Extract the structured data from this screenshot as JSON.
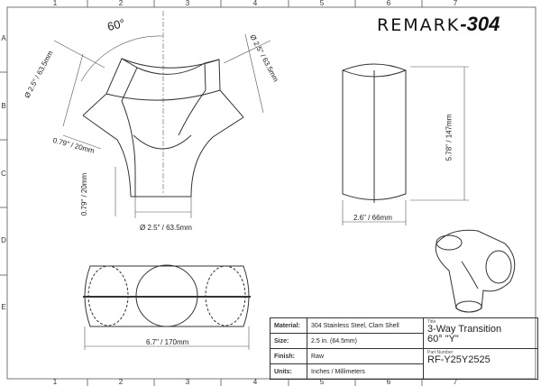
{
  "brand": {
    "text": "REMARK",
    "number": "-304"
  },
  "grid": {
    "columns": [
      "1",
      "2",
      "3",
      "4",
      "5",
      "6",
      "7"
    ],
    "rows": [
      "A",
      "B",
      "C",
      "D",
      "E"
    ]
  },
  "front_view": {
    "angle": "60°",
    "dim_left_dia": "Ø 2.5\" / 63.5mm",
    "dim_right_dia": "Ø 2.5\" / 63.5mm",
    "dim_side_offset": "0.79\" / 20mm",
    "dim_bottom_offset": "0.79\" / 20mm",
    "dim_bottom_dia": "Ø 2.5\" / 63.5mm"
  },
  "side_view": {
    "height": "5.78\" / 147mm",
    "width": "2.6\" / 66mm"
  },
  "top_view": {
    "width": "6.7\" / 170mm"
  },
  "title_block": {
    "rows": [
      {
        "label": "Material:",
        "value": "304 Stainless Steel, Clam Shell"
      },
      {
        "label": "Size:",
        "value": "2.5 in. (64.5mm)"
      },
      {
        "label": "Finish:",
        "value": "Raw"
      },
      {
        "label": "Units:",
        "value": "Inches / Millimeters"
      }
    ],
    "title_caption": "Title",
    "title": "3-Way Transition",
    "subtitle": "60° \"Y\"",
    "part_caption": "Part Number",
    "part_number": "RF-Y25Y2525"
  }
}
